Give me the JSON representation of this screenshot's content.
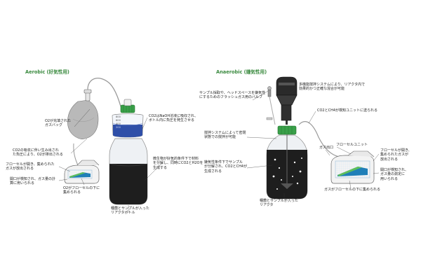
{
  "aerobic": {
    "title": "Aerobic (好気性用)",
    "labels": {
      "gas_bag": "O2が充填された\nガスバッグ",
      "negative_pressure": "CO2の吸収に伴い生み出され\nた負圧により、O2が排出される",
      "flow_cell_gas": "フローセルが開き、集められた\nガスが放出される",
      "count_opening": "開口が検知され、ガス量の計\n算に用いられる",
      "o2_collected": "O2がフローセルの下に\n集められる",
      "co2_absorbed": "CO2はNaOH溶液に吸収され、\nボトル内に負圧を発生させる",
      "microbe": "微生物が好気的条件下で材料\nを分解し、同時にCO2とH2Oを\n生成する",
      "bottle": "種菌とサンプルが入った\nリアクタボトル"
    }
  },
  "anaerobic": {
    "title": "Anaerobic (嫌気性用)",
    "labels": {
      "flush_valve": "サンプル採取や、ヘッドスペースを嫌気性\nにするためのフラッシュガス用のバルブ",
      "stirring": "多機能撹拌システムにより、リアクタ内で\n効果的かつ正確な混合が可能",
      "gas_sent": "CO2とCH4が検知ユニットに送られる",
      "sealed_stir": "撹拌システムによって密閉\n状態での撹拌が可能",
      "gas_outlet": "ガス出口",
      "flow_unit": "フローセルユニット",
      "flow_cell_gas": "フローセルが開き、\n集められたガスが\n放出される",
      "count_opening": "開口が検知され、\nガス量の測定に\n用いられる",
      "ch4_produced": "嫌気性条件下でサンプル\nが分解され、CO2とCH4が\n生成される",
      "gas_collected": "ガスがフローセルの下に集められる",
      "reactor": "種菌とサンプルが入った\nリアクタ"
    }
  },
  "graduations": [
    "800",
    "600",
    "400",
    "200"
  ],
  "colors": {
    "title_green": "#3a8a3f",
    "cap_green": "#3aa04a",
    "naoh_blue": "#2f4fa8",
    "dark_fill": "#1e1e1e",
    "flow_cell_blue": "#1f7fb8",
    "flow_cell_green": "#5fbf5a",
    "gray_bag": "#b9b9b9",
    "grid_blue": "#cfe6f5"
  },
  "icons": [
    "gas-bag-icon",
    "bottle-icon",
    "reactor-icon",
    "flow-cell-icon",
    "stirrer-motor-icon",
    "valve-icon"
  ]
}
